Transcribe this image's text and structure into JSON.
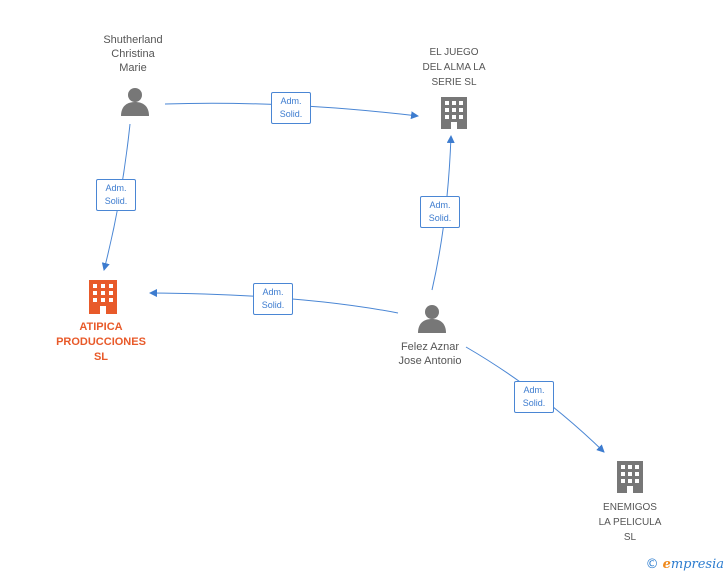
{
  "nodes": {
    "shutherland": {
      "label": "Shutherland\nChristina\nMarie",
      "type": "person"
    },
    "felez": {
      "label": "Felez Aznar\nJose Antonio",
      "type": "person"
    },
    "el_juego": {
      "label": "EL JUEGO\nDEL ALMA LA\nSERIE  SL",
      "type": "company"
    },
    "atipica": {
      "label": "ATIPICA\nPRODUCCIONES\nSL",
      "type": "company-highlight"
    },
    "enemigos": {
      "label": "ENEMIGOS\nLA PELICULA\nSL",
      "type": "company"
    }
  },
  "edges": [
    {
      "from": "shutherland",
      "to": "el_juego",
      "line1": "Adm.",
      "line2": "Solid."
    },
    {
      "from": "shutherland",
      "to": "atipica",
      "line1": "Adm.",
      "line2": "Solid."
    },
    {
      "from": "felez",
      "to": "el_juego",
      "line1": "Adm.",
      "line2": "Solid."
    },
    {
      "from": "felez",
      "to": "atipica",
      "line1": "Adm.",
      "line2": "Solid."
    },
    {
      "from": "felez",
      "to": "enemigos",
      "line1": "Adm.",
      "line2": "Solid."
    }
  ],
  "colors": {
    "edge": "#3d7ccf",
    "person": "#777777",
    "company": "#777777",
    "highlight": "#e85a2a"
  },
  "icons": {
    "person": "person-icon",
    "company": "building-icon"
  },
  "brand": {
    "copyright": "©",
    "initial": "e",
    "name": "mpresia"
  }
}
